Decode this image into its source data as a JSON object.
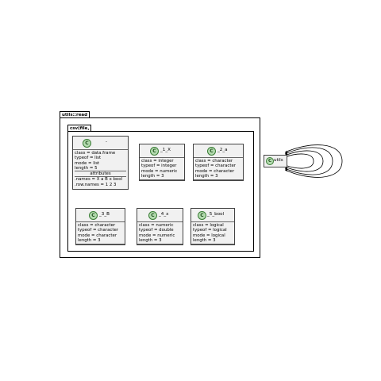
{
  "packages": {
    "outer": {
      "label": "utils::read"
    },
    "inner": {
      "label": "csv(file,"
    }
  },
  "classes": [
    {
      "stereotype": "C",
      "name": "-",
      "fields": [
        "class = data.frame",
        "typeof = list",
        "mode = list",
        "length = 5"
      ],
      "attributes_title": "attributes",
      "attributes": [
        ".names = X a B x bool",
        ".row.names = 1 2 3"
      ]
    },
    {
      "stereotype": "C",
      "name": "_1_X",
      "fields": [
        "class = integer",
        "typeof = integer",
        "mode = numeric",
        "length = 3"
      ]
    },
    {
      "stereotype": "C",
      "name": "_2_a",
      "fields": [
        "class = character",
        "typeof = character",
        "mode = character",
        "length = 3"
      ]
    },
    {
      "stereotype": "C",
      "name": "_3_B",
      "fields": [
        "class = character",
        "typeof = character",
        "mode = character",
        "length = 3"
      ]
    },
    {
      "stereotype": "C",
      "name": "_4_x",
      "fields": [
        "class = numeric",
        "typeof = double",
        "mode = numeric",
        "length = 3"
      ]
    },
    {
      "stereotype": "C",
      "name": "_5_bool",
      "fields": [
        "class = logical",
        "typeof = logical",
        "mode = logical",
        "length = 3"
      ]
    }
  ],
  "utils_node": {
    "stereotype": "C",
    "name": "utils"
  },
  "colors": {
    "class_fill": "#f1f1f1",
    "circle_fill": "#b4dbb0",
    "circle_border": "#3a7d35",
    "line": "#000000"
  }
}
